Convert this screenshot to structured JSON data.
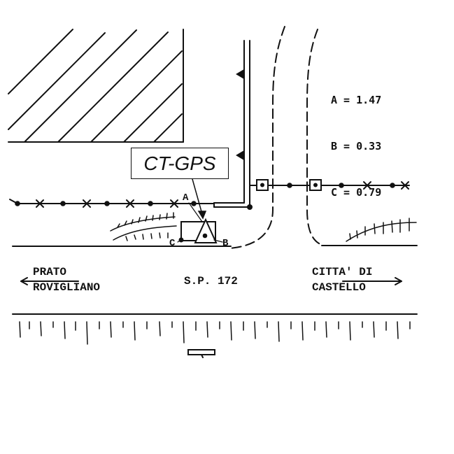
{
  "station_label": "CT-GPS",
  "distances": [
    {
      "key": "A",
      "value": "1.47"
    },
    {
      "key": "B",
      "value": "0.33"
    },
    {
      "key": "C",
      "value": "0.79"
    }
  ],
  "markers": {
    "a": "A",
    "b": "B",
    "c": "C"
  },
  "road": {
    "name": "S.P. 172",
    "west_line1": "PRATO",
    "west_line2": "ROVIGLIANO",
    "east_line1": "CITTA' DI",
    "east_line2": "CASTELLO"
  }
}
